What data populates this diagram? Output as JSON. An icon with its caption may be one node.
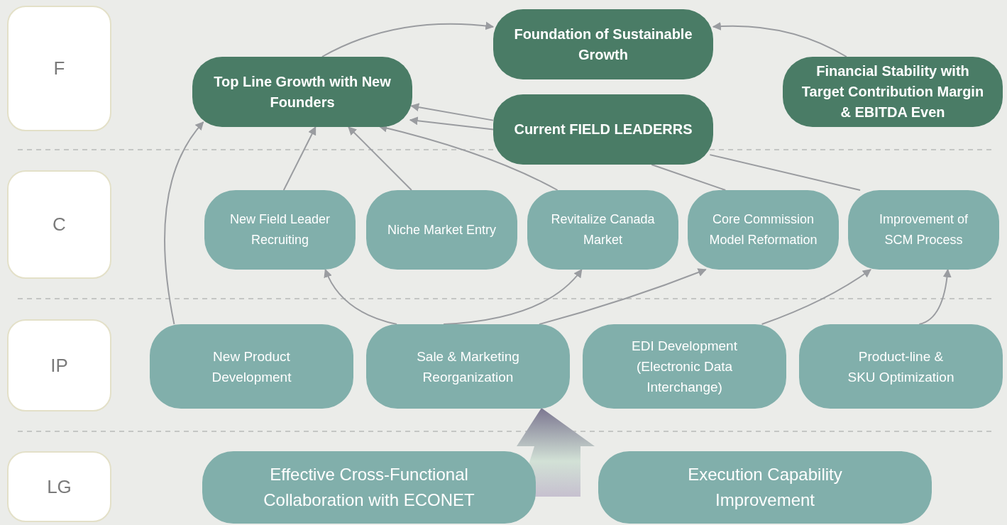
{
  "diagram": {
    "nodes": [
      {
        "text": [
          "F"
        ]
      },
      {
        "text": [
          "C"
        ]
      },
      {
        "text": [
          "IP"
        ]
      },
      {
        "text": [
          "LG"
        ]
      },
      {
        "text": [
          "Foundation of Sustainable Growth"
        ]
      },
      {
        "text": [
          "Top Line Growth with New Founders"
        ]
      },
      {
        "text": [
          "Financial Stability with Target Contribution Margin & EBITDA Even"
        ]
      },
      {
        "text": [
          "Current FIELD LEADERRS"
        ]
      },
      {
        "text": [
          "New Field Leader Recruiting"
        ]
      },
      {
        "text": [
          "Niche Market Entry"
        ]
      },
      {
        "text": [
          "Revitalize Canada Market"
        ]
      },
      {
        "text": [
          "Core Commission Model Reformation"
        ]
      },
      {
        "text": [
          "Improvement of SCM Process"
        ]
      },
      {
        "text": [
          "New Product Development"
        ]
      },
      {
        "text": [
          "Sale & Marketing Reorganization"
        ]
      },
      {
        "text": [
          "EDI Development (Electronic Data Interchange)"
        ]
      },
      {
        "text": [
          "Product-line & SKU Optimization"
        ]
      },
      {
        "text": [
          "Effective Cross-Functional Collaboration with ECONET"
        ]
      },
      {
        "text": [
          "Execution Capability Improvement"
        ]
      }
    ],
    "edges": [
      {
        "from": 5,
        "to": 4,
        "arrow": "to"
      },
      {
        "from": 6,
        "to": 4,
        "arrow": "to"
      },
      {
        "from": 7,
        "to": 5,
        "arrow": "to"
      },
      {
        "from": 7,
        "to": 5,
        "arrow": "to"
      },
      {
        "from": 8,
        "to": 5,
        "arrow": "to"
      },
      {
        "from": 9,
        "to": 5,
        "arrow": "to"
      },
      {
        "from": 10,
        "to": 5,
        "arrow": "to"
      },
      {
        "from": 13,
        "to": 5,
        "arrow": "to"
      },
      {
        "from": 14,
        "to": 8,
        "arrow": "to"
      },
      {
        "from": 14,
        "to": 10,
        "arrow": "to"
      },
      {
        "from": 14,
        "to": 11,
        "arrow": "to"
      },
      {
        "from": 15,
        "to": 12,
        "arrow": "to"
      },
      {
        "from": 16,
        "to": 12,
        "arrow": "to"
      },
      {
        "from": 11,
        "to": 7,
        "arrow": "none"
      },
      {
        "from": 12,
        "to": 7,
        "arrow": "none"
      },
      {
        "from": null,
        "to": 14,
        "arrow": "to",
        "style": "thick"
      }
    ]
  }
}
